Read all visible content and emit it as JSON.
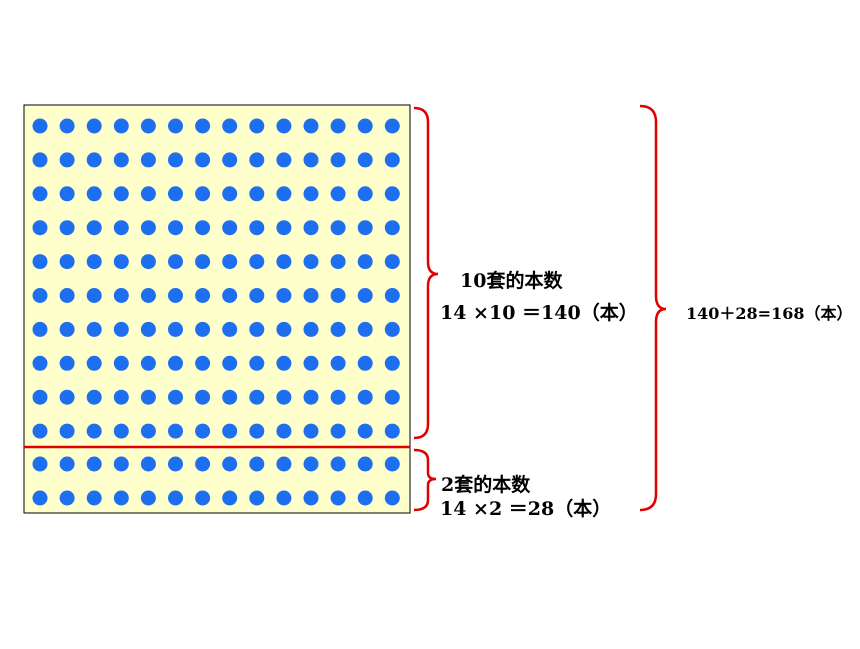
{
  "grid": {
    "columns": 14,
    "top_rows": 10,
    "bottom_rows": 2,
    "panel_color": "#ffffcc",
    "dot_color": "#1e6ff0",
    "divider_color": "#e00000"
  },
  "brace_color": "#e00000",
  "labels": {
    "top_title": "10套的本数",
    "top_equation": "14 ×10 ＝140（本）",
    "bottom_title": "2套的本数",
    "bottom_equation": "14 ×2 ＝28（本）",
    "total_equation": "140＋28=168（本）"
  }
}
